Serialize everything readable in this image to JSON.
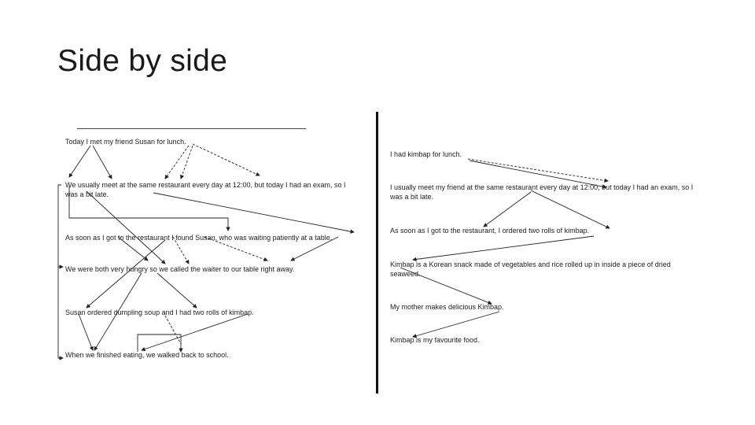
{
  "slide": {
    "title": "Side by side"
  },
  "left_text": {
    "sentences": [
      "Today I met my friend Susan for lunch.",
      "We usually meet at the same restaurant every day at 12:00, but today I had an exam, so I was a bit late.",
      "As soon as I got to the restaurant I found Susan, who was waiting patiently at a table.",
      "We were both very hungry so we called the waiter to our table right away.",
      "Susan ordered dumpling soup and I had two rolls of kimbap.",
      "When we finished eating, we walked back to school."
    ]
  },
  "right_text": {
    "sentences": [
      "I had kimbap for lunch.",
      "I usually meet my friend at the same restaurant every day at 12:00, but today I had an exam, so I was a bit late.",
      "As soon as I got to the restaurant, I ordered two rolls of kimbap.",
      "Kimbap is a Korean snack made of vegetables and rice rolled up in inside a piece of dried seaweed.",
      "My mother makes delicious Kimbap.",
      "Kimbap is my favourite food."
    ]
  }
}
